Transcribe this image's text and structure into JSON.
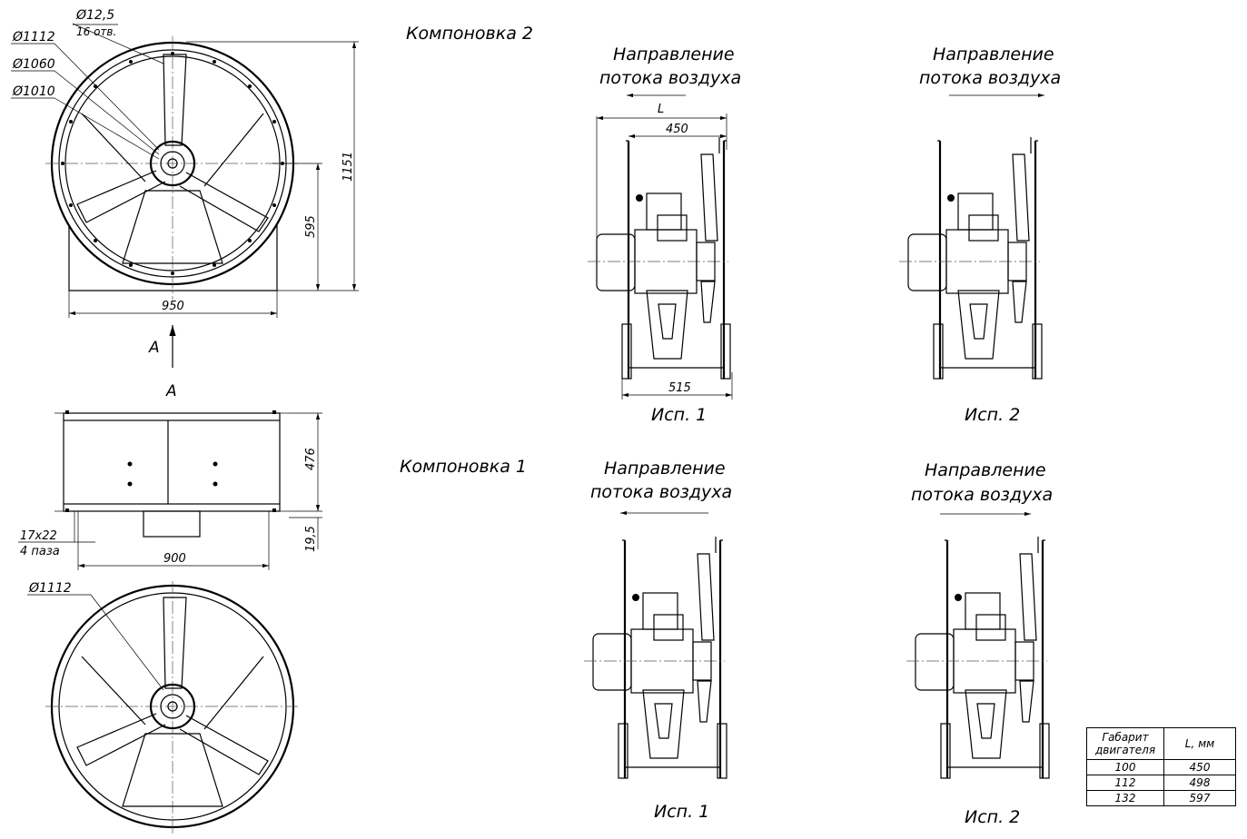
{
  "layout2": {
    "title": "Компоновка 2",
    "dims": {
      "hole_d": "Ø12,5",
      "hole_count": "16 отв.",
      "d1112": "Ø1112",
      "d1060": "Ø1060",
      "d1010": "Ø1010",
      "height": "1151",
      "axis_height": "595",
      "width": "950",
      "view_arrow": "A"
    },
    "isp1": {
      "flow_line1": "Направление",
      "flow_line2": "потока воздуха",
      "len": "L",
      "d450": "450",
      "d515": "515",
      "caption": "Исп. 1"
    },
    "isp2": {
      "flow_line1": "Направление",
      "flow_line2": "потока воздуха",
      "caption": "Исп. 2"
    }
  },
  "viewA": {
    "label": "A",
    "height": "476",
    "slots_size": "17x22",
    "slots_count": "4 паза",
    "width": "900",
    "offset": "19,5"
  },
  "layout1": {
    "title": "Компоновка 1",
    "dims": {
      "d1112": "Ø1112"
    },
    "isp1": {
      "flow_line1": "Направление",
      "flow_line2": "потока воздуха",
      "caption": "Исп. 1"
    },
    "isp2": {
      "flow_line1": "Направление",
      "flow_line2": "потока воздуха",
      "caption": "Исп. 2"
    }
  },
  "table": {
    "header_col1_line1": "Габарит",
    "header_col1_line2": "двигателя",
    "header_col2": "L, мм",
    "rows": [
      {
        "size": "100",
        "length": "450"
      },
      {
        "size": "112",
        "length": "498"
      },
      {
        "size": "132",
        "length": "597"
      }
    ]
  }
}
